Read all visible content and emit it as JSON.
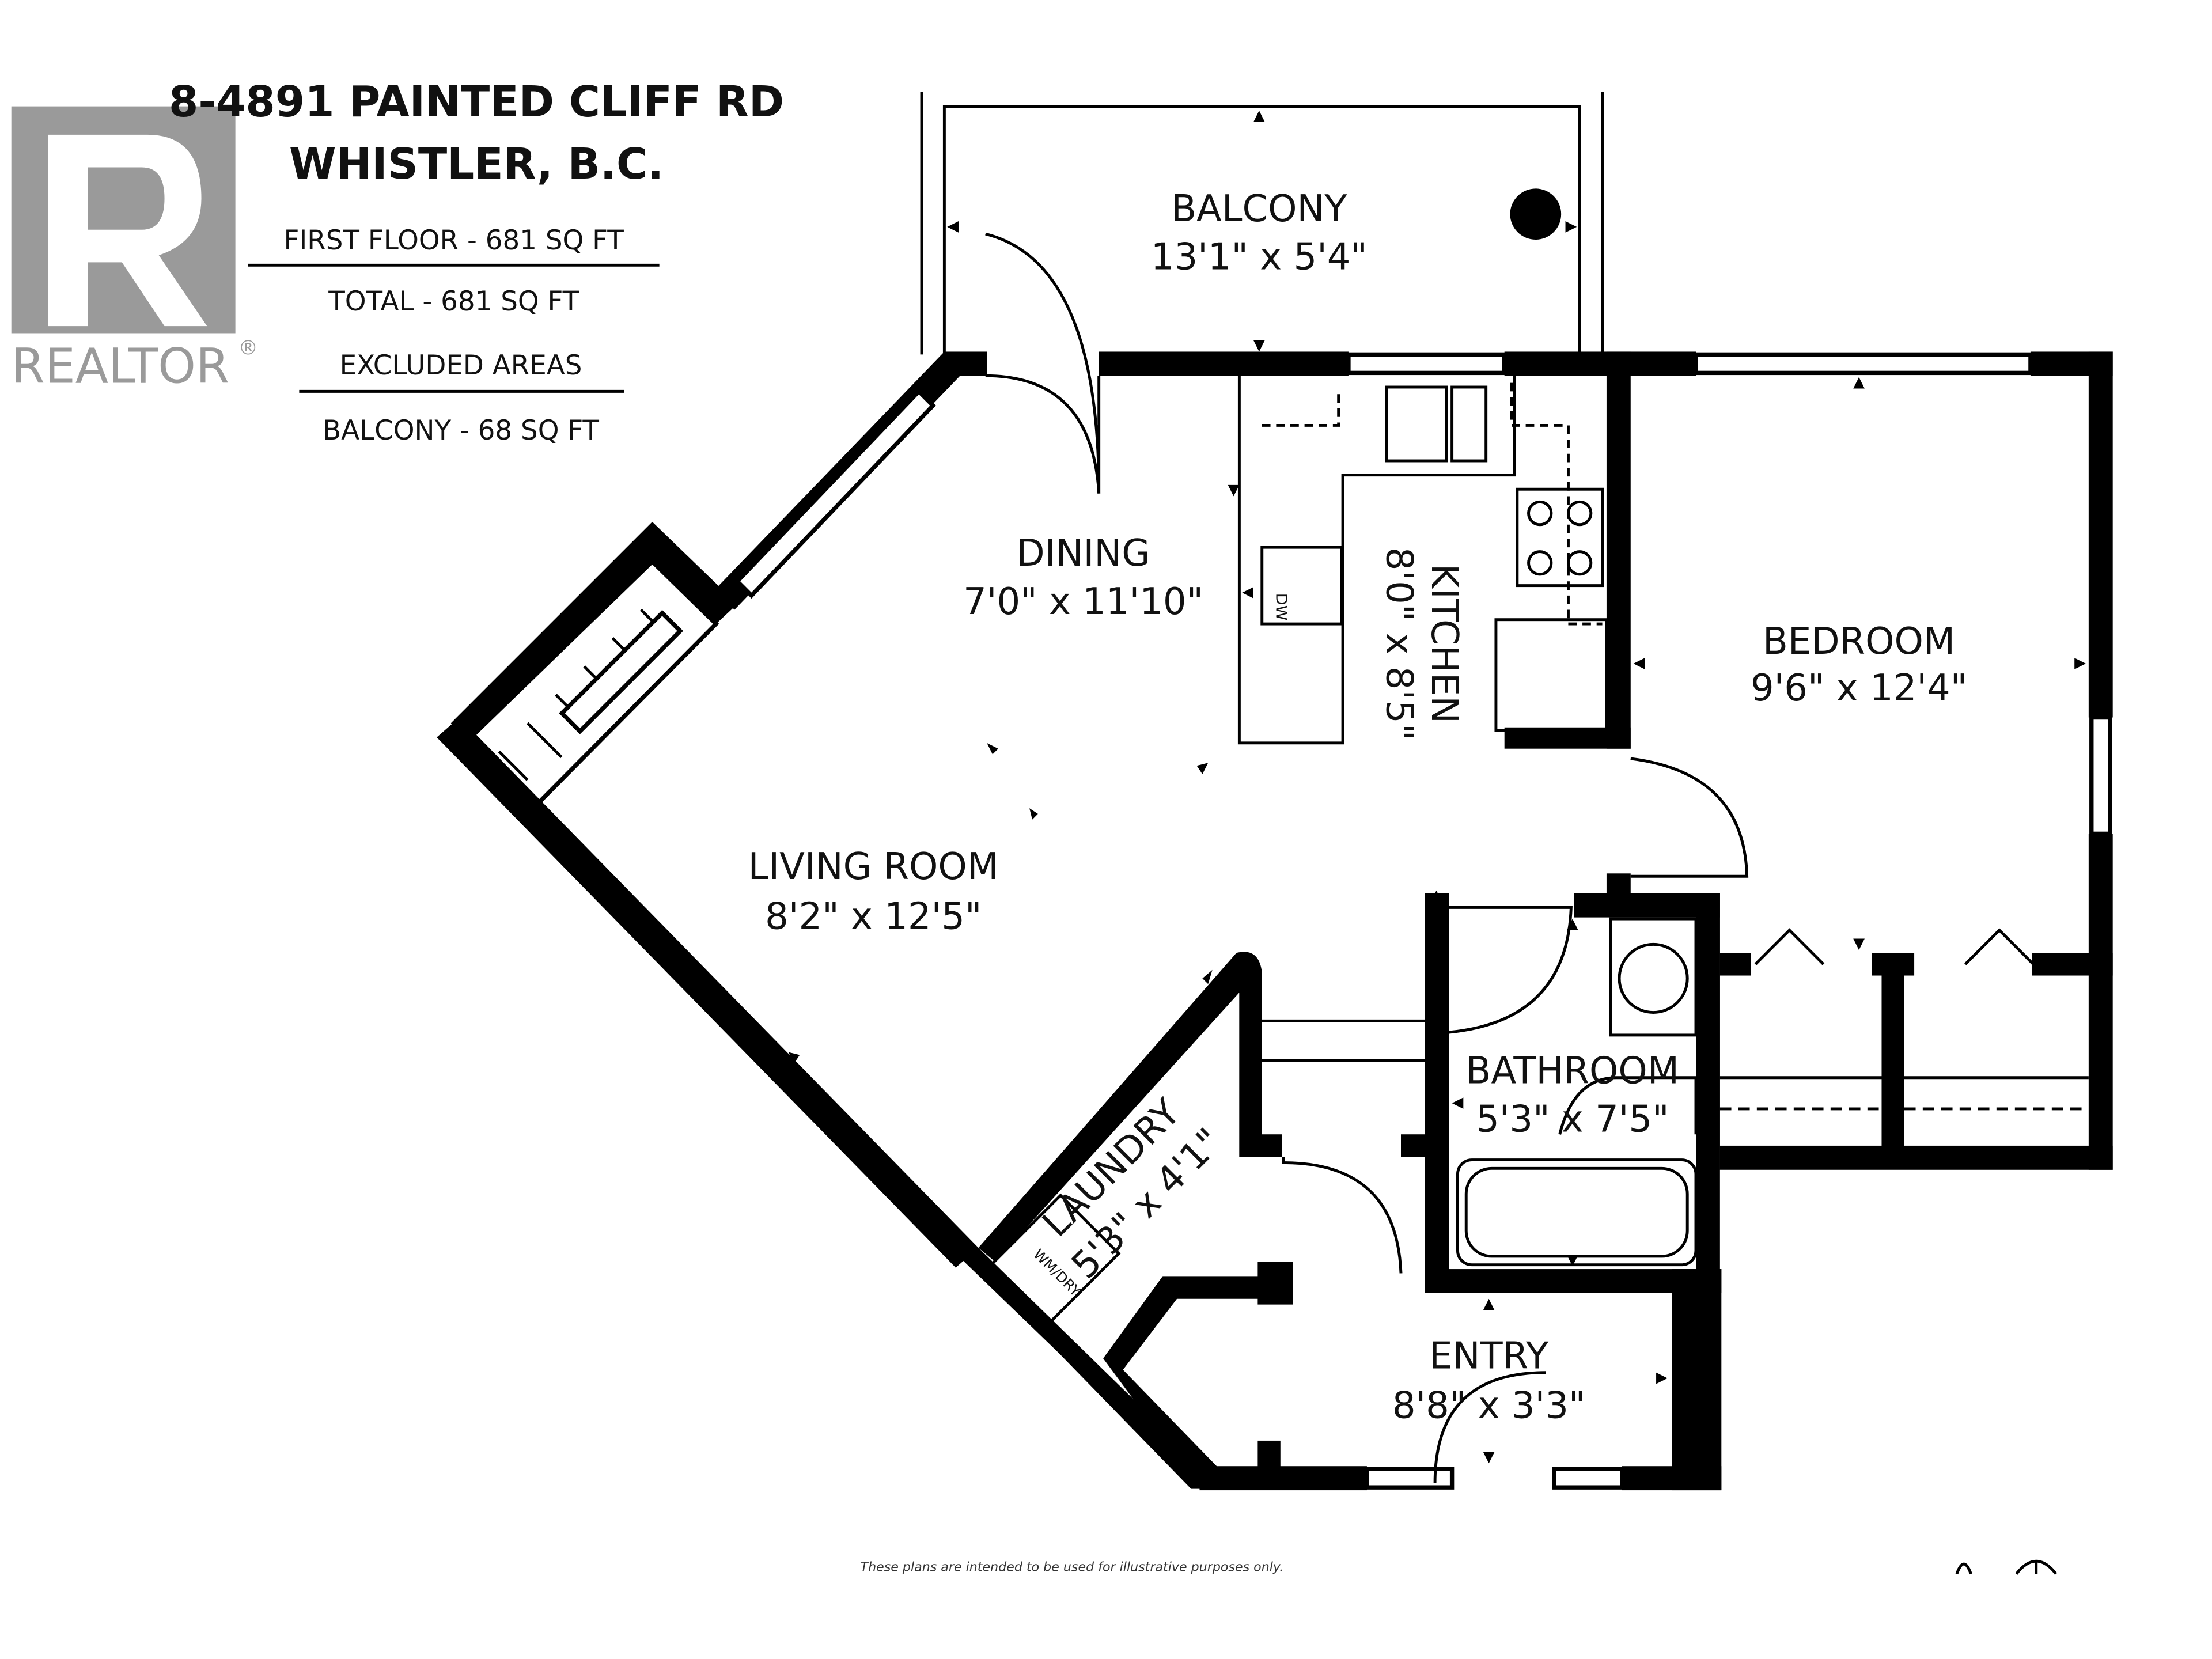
{
  "header": {
    "address_line1": "8-4891 PAINTED CLIFF RD",
    "address_line2": "WHISTLER, B.C.",
    "first_floor": "FIRST FLOOR - 681 SQ FT",
    "total": "TOTAL  -  681 SQ FT",
    "excluded_title": "EXCLUDED AREAS",
    "balcony_area": "BALCONY - 68 SQ FT"
  },
  "logo": {
    "text": "REALTOR",
    "mark": "®",
    "color": "#9a9a9a"
  },
  "rooms": {
    "balcony": {
      "name": "BALCONY",
      "dims": "13'1\" x 5'4\""
    },
    "dining": {
      "name": "DINING",
      "dims": "7'0\" x 11'10\""
    },
    "kitchen": {
      "name": "KITCHEN",
      "dims": "8'0\" x 8'5\""
    },
    "bedroom": {
      "name": "BEDROOM",
      "dims": "9'6\" x 12'4\""
    },
    "living": {
      "name": "LIVING ROOM",
      "dims": "8'2\" x 12'5\""
    },
    "bathroom": {
      "name": "BATHROOM",
      "dims": "5'3\" x 7'5\""
    },
    "laundry": {
      "name": "LAUNDRY",
      "dims": "5'3\" x 4'1\""
    },
    "entry": {
      "name": "ENTRY",
      "dims": "8'8\" x 3'3\""
    }
  },
  "fixtures": {
    "dishwasher": "DW",
    "washer_dryer": "WM/DRY"
  },
  "footer": {
    "disclaimer": "These plans are intended to be used for illustrative purposes only."
  }
}
